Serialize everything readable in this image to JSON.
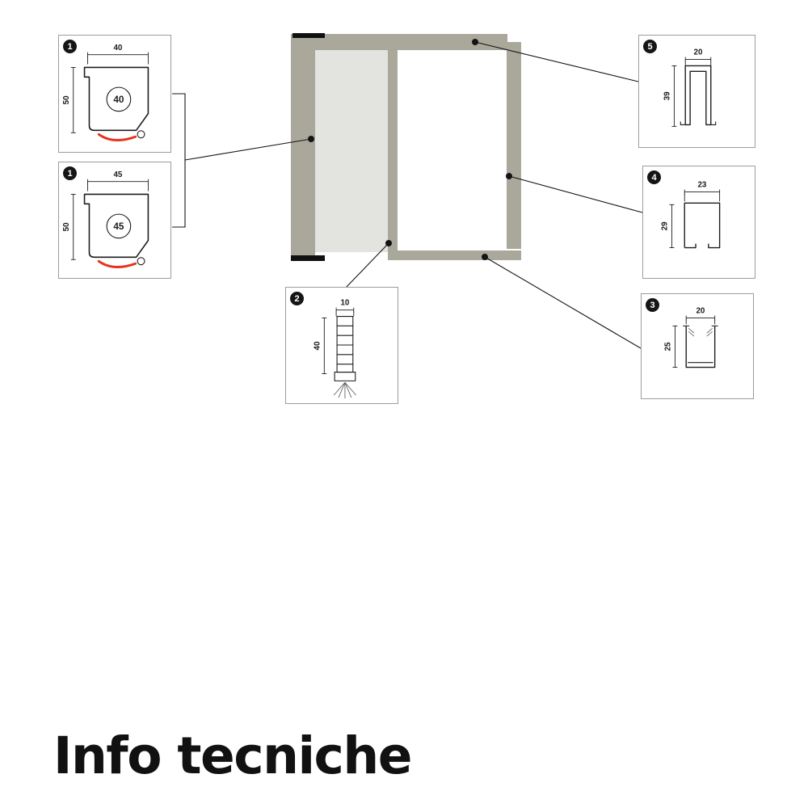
{
  "page": {
    "title": "Info tecniche"
  },
  "colors": {
    "frame_olive": "#a9a89b",
    "mesh_gray": "#e3e3e0",
    "seal_red": "#e8321c",
    "ink": "#1c1c1c"
  },
  "details": {
    "profile40": {
      "badge": "1",
      "top_dim": "40",
      "side_dim": "50",
      "circle_label": "40"
    },
    "profile45": {
      "badge": "1",
      "top_dim": "45",
      "side_dim": "50",
      "circle_label": "45"
    },
    "profile2": {
      "badge": "2",
      "top_dim": "10",
      "side_dim": "40"
    },
    "profile5": {
      "badge": "5",
      "top_dim": "20",
      "side_dim": "39"
    },
    "profile4": {
      "badge": "4",
      "top_dim": "23",
      "side_dim": "29"
    },
    "profile3": {
      "badge": "3",
      "top_dim": "20",
      "side_dim": "25"
    }
  }
}
